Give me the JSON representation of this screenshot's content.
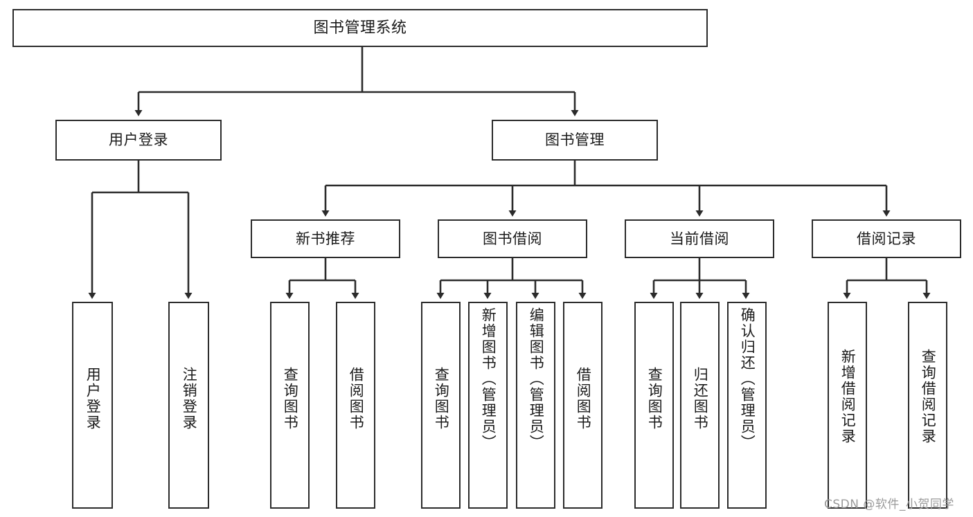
{
  "diagram": {
    "title": "图书管理系统",
    "type": "functional-structure-tree",
    "orientation": "top-down",
    "line_color": "#2b2b2b",
    "box_fill": "#ffffff",
    "text_color": "#1a1a1a"
  },
  "nodes": {
    "root": {
      "label": "图书管理系统"
    },
    "level1": [
      {
        "id": "user-login",
        "label": "用户登录"
      },
      {
        "id": "book-manage",
        "label": "图书管理"
      }
    ],
    "level2": [
      {
        "id": "new-book-recommend",
        "label": "新书推荐"
      },
      {
        "id": "book-borrow",
        "label": "图书借阅"
      },
      {
        "id": "current-borrow",
        "label": "当前借阅"
      },
      {
        "id": "borrow-record",
        "label": "借阅记录"
      }
    ],
    "leaves": {
      "user-login": [
        {
          "id": "leaf-user-login",
          "label": "用户登录"
        },
        {
          "id": "leaf-logout-login",
          "label": "注销登录"
        }
      ],
      "new-book-recommend": [
        {
          "id": "leaf-query-book-1",
          "label": "查询图书"
        },
        {
          "id": "leaf-borrow-book-1",
          "label": "借阅图书"
        }
      ],
      "book-borrow": [
        {
          "id": "leaf-query-book-2",
          "label": "查询图书"
        },
        {
          "id": "leaf-add-book",
          "label": "新增图书（管理员）"
        },
        {
          "id": "leaf-edit-book",
          "label": "编辑图书（管理员）"
        },
        {
          "id": "leaf-borrow-book-2",
          "label": "借阅图书"
        }
      ],
      "current-borrow": [
        {
          "id": "leaf-query-book-3",
          "label": "查询图书"
        },
        {
          "id": "leaf-return-book",
          "label": "归还图书"
        },
        {
          "id": "leaf-confirm-return",
          "label": "确认归还（管理员）"
        }
      ],
      "borrow-record": [
        {
          "id": "leaf-add-record",
          "label": "新增借阅记录"
        },
        {
          "id": "leaf-query-record",
          "label": "查询借阅记录"
        }
      ]
    }
  },
  "watermark": {
    "text": "CSDN @软件_小贺同学"
  }
}
